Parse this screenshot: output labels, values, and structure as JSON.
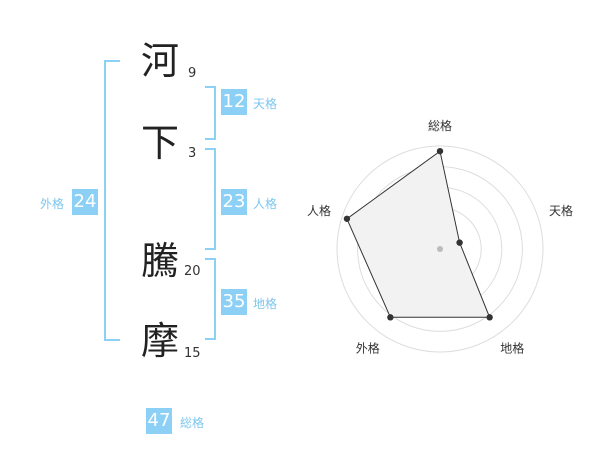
{
  "characters": [
    {
      "char": "河",
      "strokes": "9"
    },
    {
      "char": "下",
      "strokes": "3"
    },
    {
      "char": "騰",
      "strokes": "20"
    },
    {
      "char": "摩",
      "strokes": "15"
    }
  ],
  "scores": {
    "tenkaku": {
      "value": "12",
      "label": "天格"
    },
    "jinkaku": {
      "value": "23",
      "label": "人格"
    },
    "chikaku": {
      "value": "35",
      "label": "地格"
    },
    "gaikaku": {
      "value": "24",
      "label": "外格"
    },
    "soukaku": {
      "value": "47",
      "label": "総格"
    }
  },
  "radar": {
    "axes": [
      "総格",
      "天格",
      "地格",
      "外格",
      "人格"
    ],
    "values": [
      0.95,
      0.2,
      0.82,
      0.82,
      0.95
    ],
    "colors": {
      "grid": "#dddddd",
      "fill": "#f2f2f2",
      "line": "#333333",
      "point": "#333333",
      "center": "#bbbbbb"
    }
  }
}
